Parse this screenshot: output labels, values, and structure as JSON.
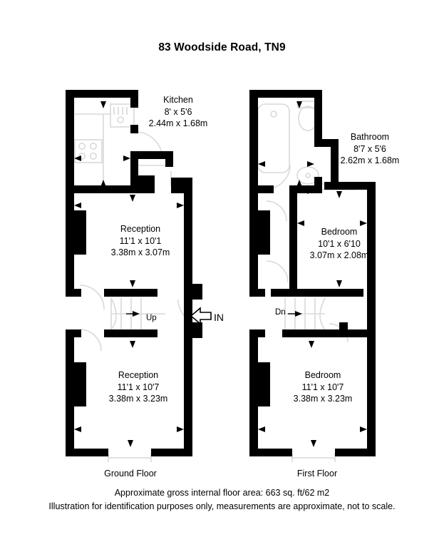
{
  "title": "83 Woodside Road, TN9",
  "colors": {
    "wall": "#000000",
    "background": "#ffffff",
    "fixture_outline": "#d9d9d9",
    "text": "#000000"
  },
  "floors": [
    {
      "caption": "Ground Floor",
      "rooms": [
        {
          "name": "Kitchen",
          "imperial": "8' x 5'6",
          "metric": "2.44m x 1.68m",
          "fixtures": [
            "sink-fixture",
            "hob-fixture"
          ]
        },
        {
          "name": "Reception",
          "imperial": "11'1 x 10'1",
          "metric": "3.38m x 3.07m",
          "fixtures": [
            "chimney-breast"
          ]
        },
        {
          "name": "Reception",
          "imperial": "11'1 x 10'7",
          "metric": "3.38m x 3.23m",
          "fixtures": [
            "chimney-breast",
            "bay-window"
          ]
        }
      ],
      "markers": [
        {
          "name": "stairs-up-marker",
          "label": "Up"
        },
        {
          "name": "entrance-marker",
          "label": "IN"
        }
      ]
    },
    {
      "caption": "First Floor",
      "rooms": [
        {
          "name": "Bathroom",
          "imperial": "8'7 x 5'6",
          "metric": "2.62m x 1.68m",
          "fixtures": [
            "bathtub-fixture",
            "toilet-fixture",
            "basin-fixture"
          ]
        },
        {
          "name": "Bedroom",
          "imperial": "10'1 x 6'10",
          "metric": "3.07m x 2.08m",
          "fixtures": []
        },
        {
          "name": "Bedroom",
          "imperial": "11'1 x 10'7",
          "metric": "3.38m x 3.23m",
          "fixtures": [
            "chimney-breast",
            "bay-window"
          ]
        }
      ],
      "markers": [
        {
          "name": "stairs-down-marker",
          "label": "Dn"
        }
      ]
    }
  ],
  "footer": {
    "area_line": "Approximate gross internal floor area: 663 sq. ft/62 m2",
    "disclaimer_line": "Illustration for identification  purposes only, measurements are approximate, not to scale."
  }
}
